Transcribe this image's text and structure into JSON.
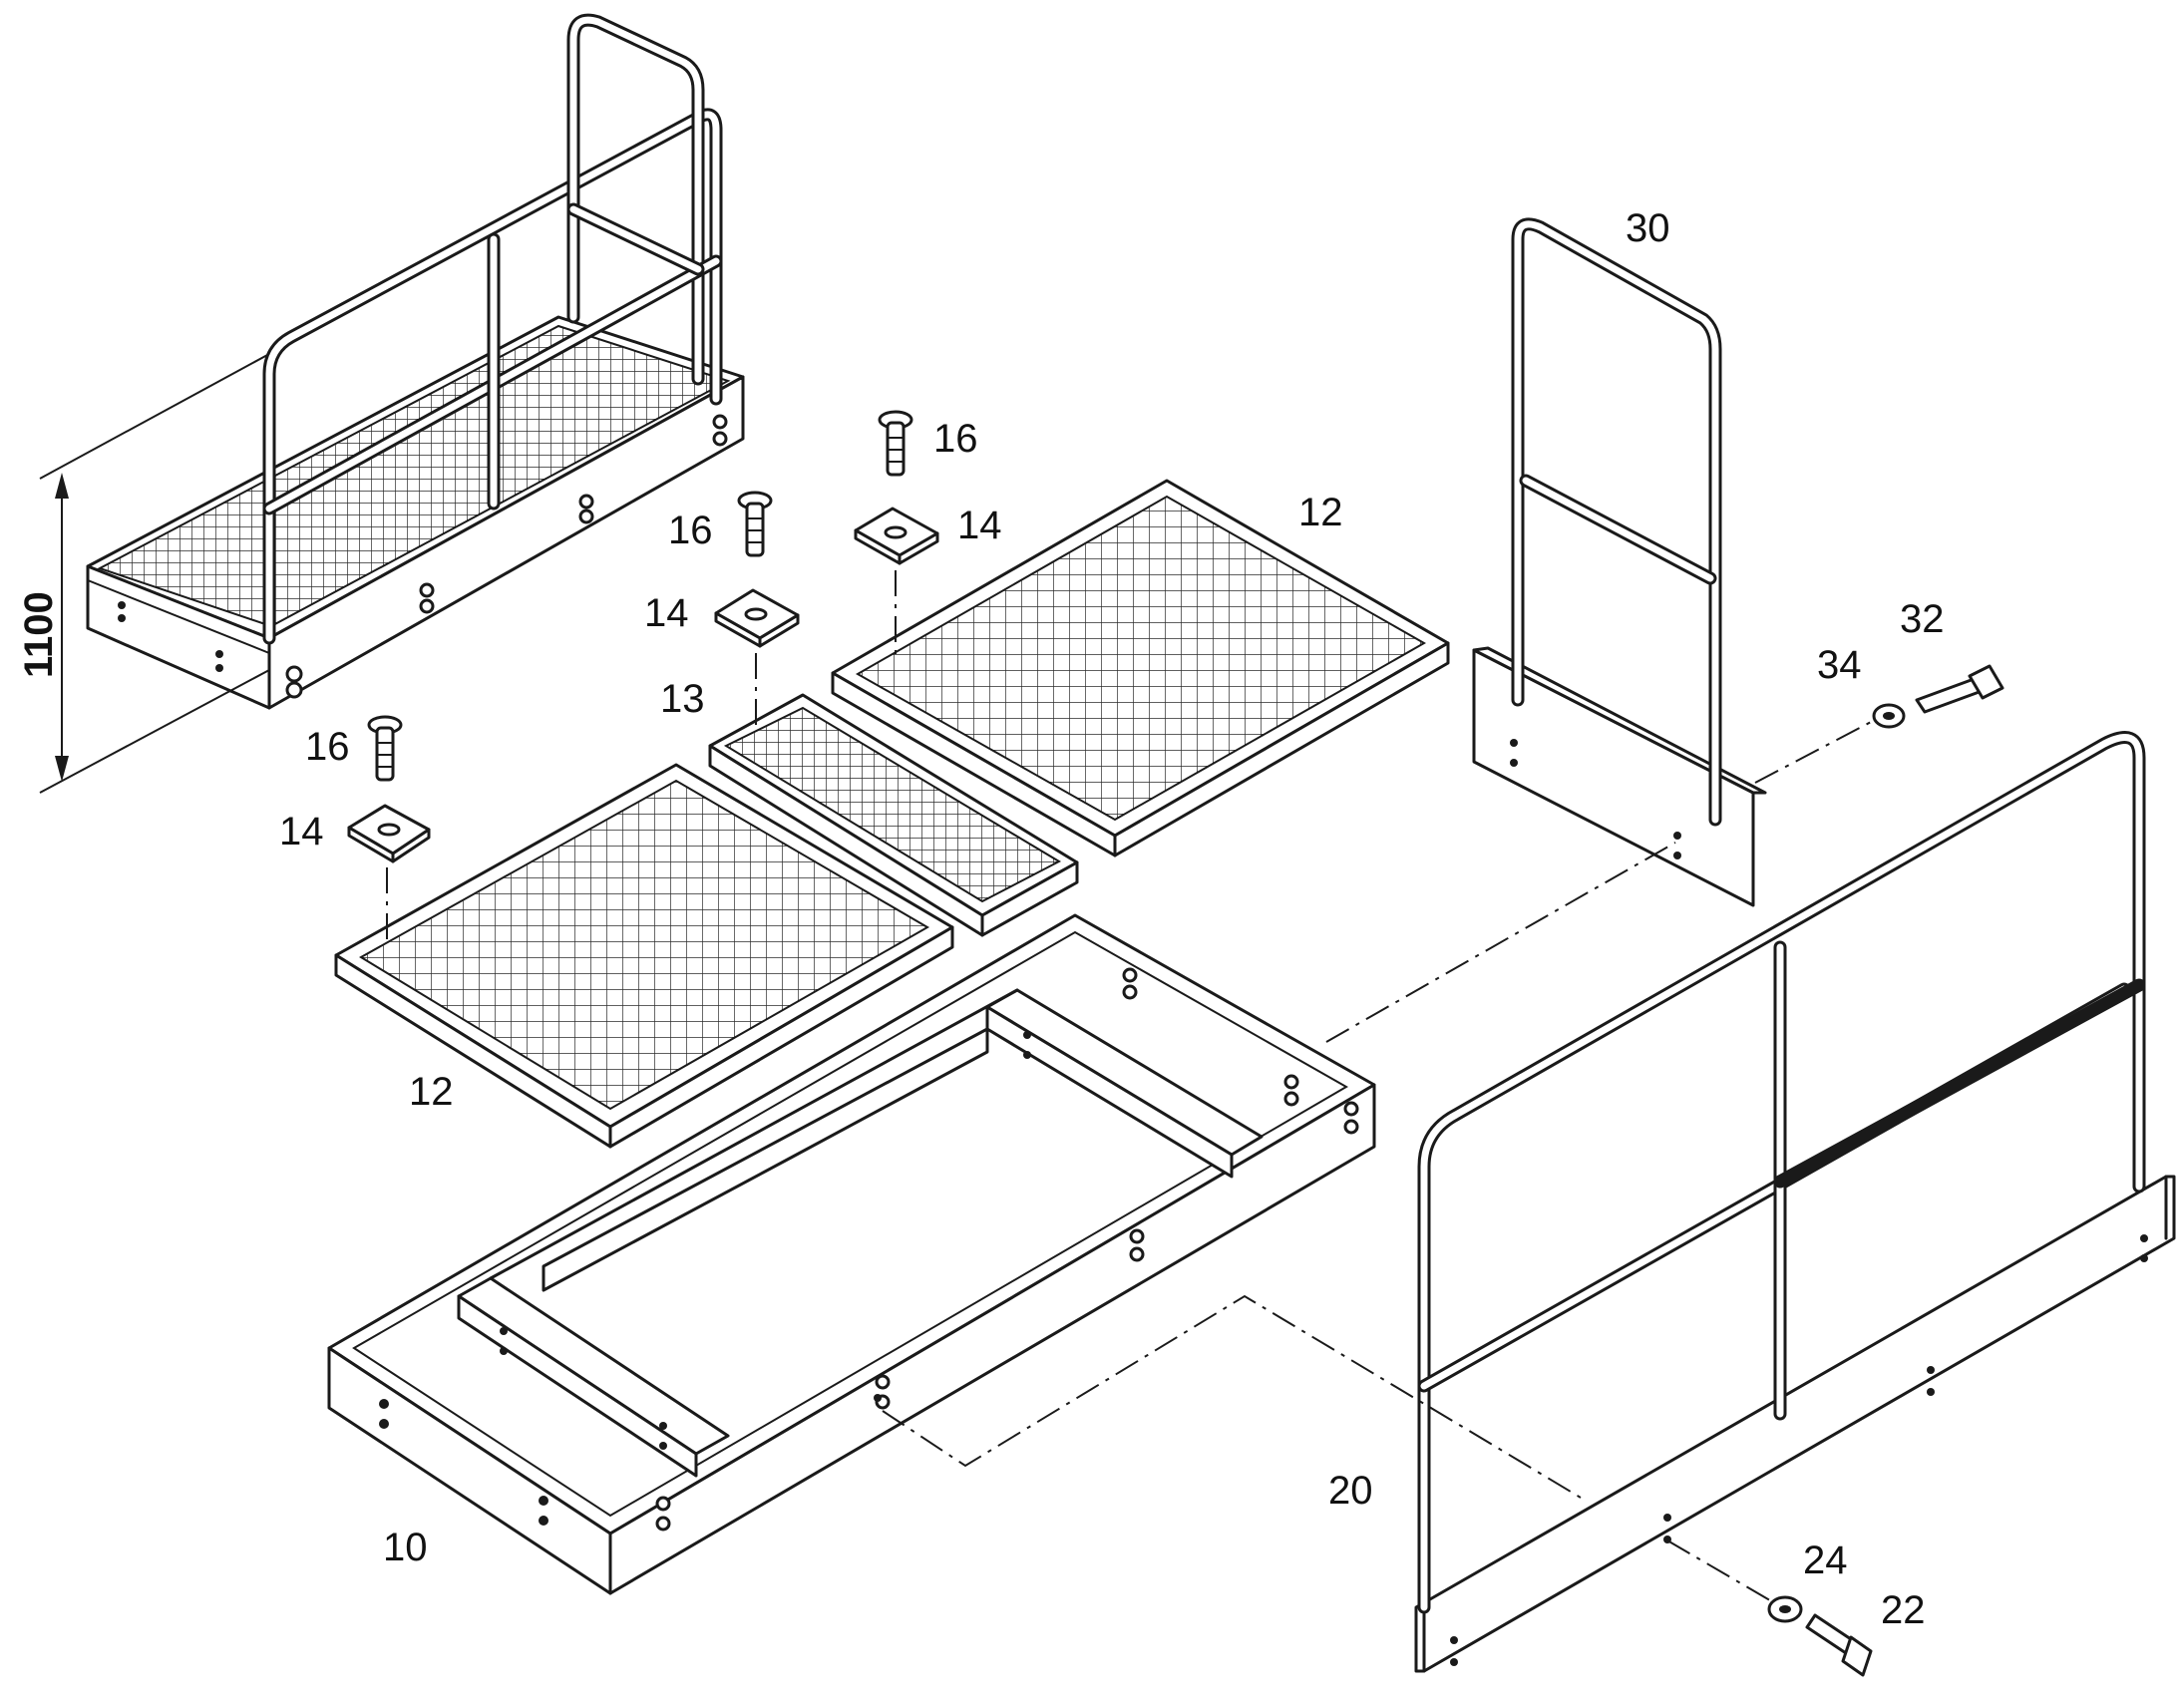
{
  "drawing": {
    "dimension_label": "1100",
    "callouts": {
      "c10": "10",
      "c12a": "12",
      "c12b": "12",
      "c13": "13",
      "c14a": "14",
      "c14b": "14",
      "c14c": "14",
      "c16a": "16",
      "c16b": "16",
      "c16c": "16",
      "c20": "20",
      "c22": "22",
      "c24": "24",
      "c30": "30",
      "c32": "32",
      "c34": "34"
    }
  }
}
